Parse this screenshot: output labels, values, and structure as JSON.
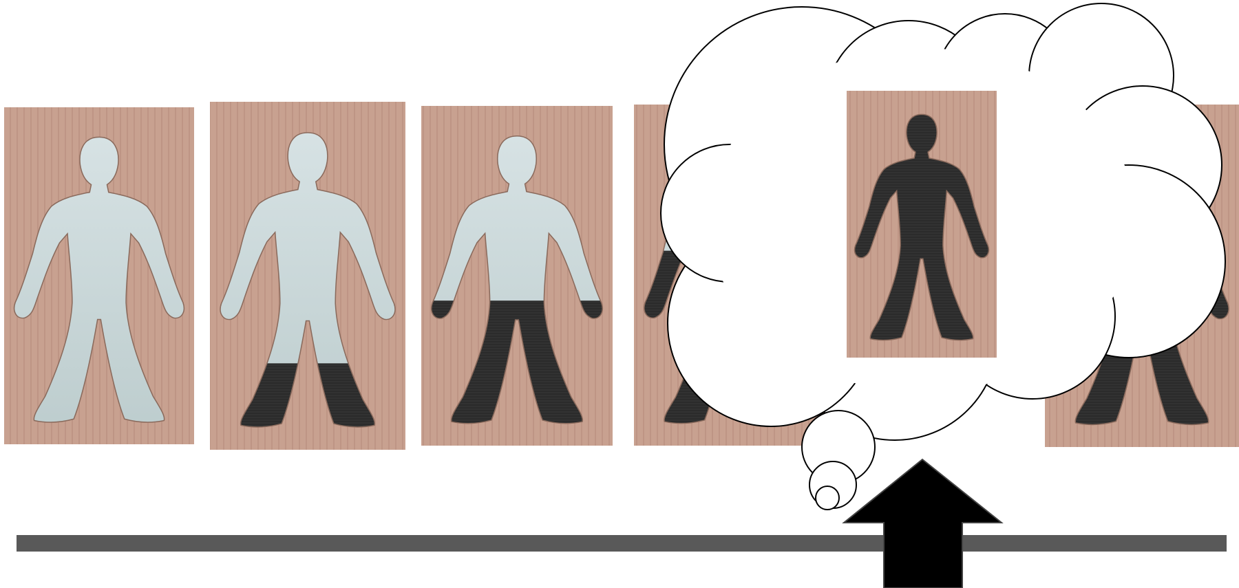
{
  "figure": {
    "background_color": "#ffffff",
    "panel_color": "#c8a190",
    "panel_shade_color": "#b88f7f",
    "void_color": "#cfdbdd",
    "fabric_color": "#2b2b2b",
    "timeline_color": "#595959",
    "arrow_color": "#000000",
    "bubble_fill": "#ffffff",
    "bubble_stroke": "#000000"
  },
  "panels": [
    {
      "id": "panel-1",
      "fill_fraction": 0.0
    },
    {
      "id": "panel-2",
      "fill_fraction": 0.22
    },
    {
      "id": "panel-3",
      "fill_fraction": 0.43
    },
    {
      "id": "panel-4",
      "fill_fraction": 0.6
    },
    {
      "id": "panel-6",
      "fill_fraction": 0.85
    }
  ],
  "thought_bubble": {
    "content": "silhouette-fully-filled",
    "inner_panel_fill_fraction": 1.0
  },
  "timeline": {
    "arrow": "up-arrow-icon"
  }
}
